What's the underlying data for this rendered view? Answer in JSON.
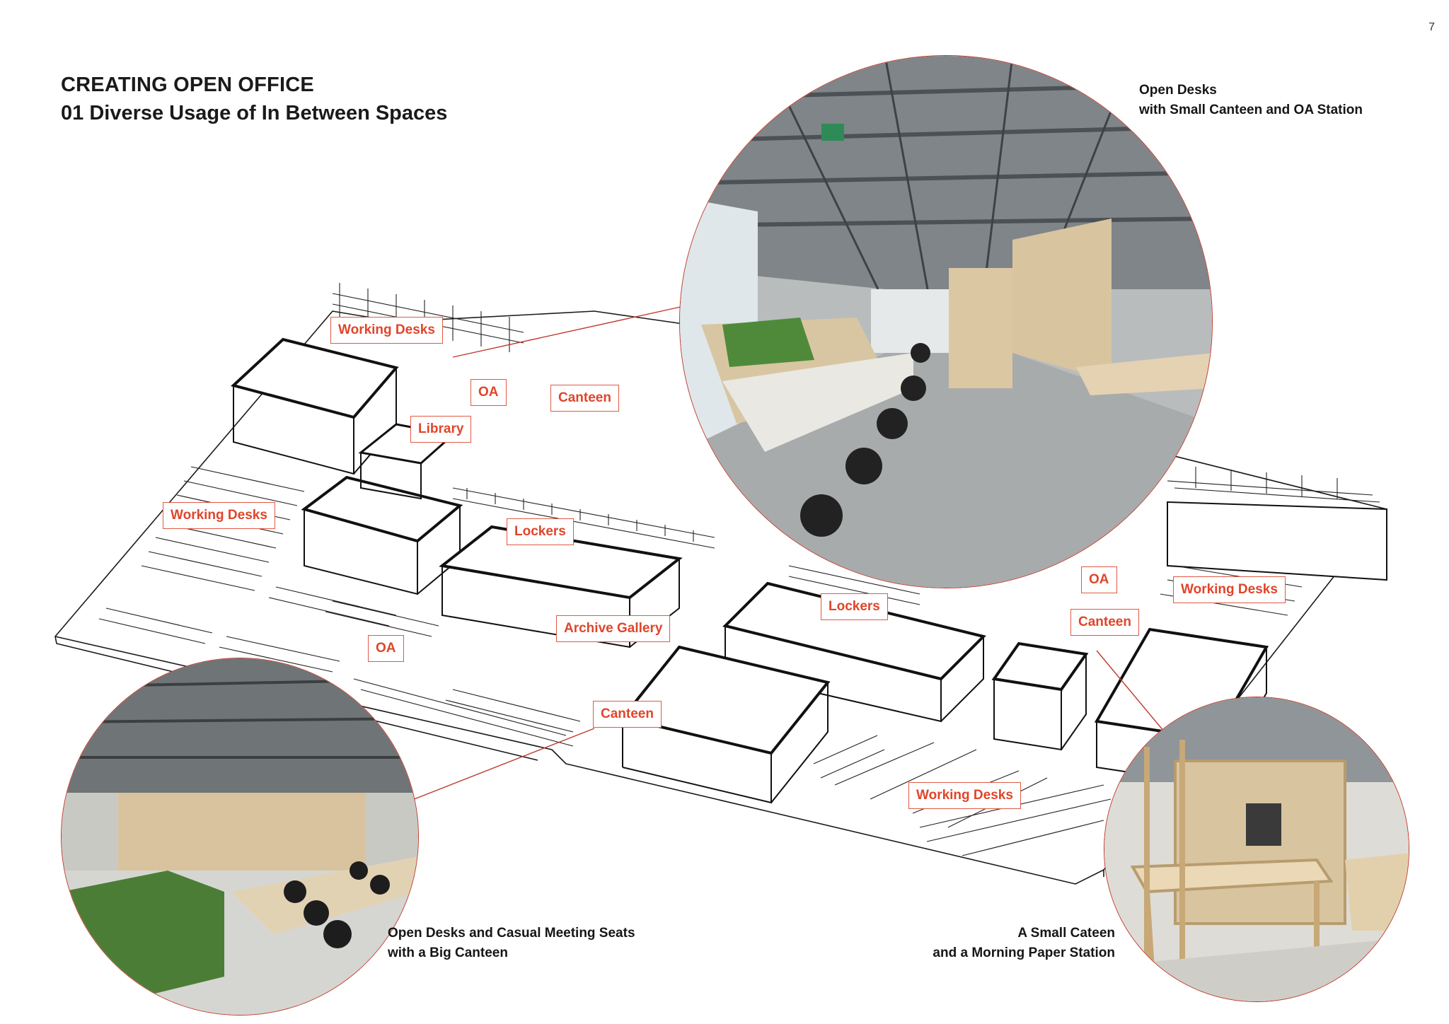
{
  "page_number": "7",
  "title": "CREATING OPEN OFFICE",
  "subtitle": "01 Diverse Usage of In Between Spaces",
  "labels": {
    "working_desks_1": "Working Desks",
    "oa_1": "OA",
    "canteen_1": "Canteen",
    "library": "Library",
    "working_desks_2": "Working Desks",
    "lockers_1": "Lockers",
    "archive_gallery": "Archive Gallery",
    "oa_2": "OA",
    "canteen_2": "Canteen",
    "lockers_2": "Lockers",
    "oa_3": "OA",
    "working_desks_3": "Working Desks",
    "canteen_3": "Canteen",
    "working_desks_4": "Working Desks"
  },
  "photos": {
    "top": {
      "caption_line1": "Open Desks",
      "caption_line2": "with Small Canteen and OA Station"
    },
    "bottom_left": {
      "caption_line1": "Open Desks and Casual Meeting Seats",
      "caption_line2": "with a Big Canteen"
    },
    "bottom_right": {
      "caption_line1": "A Small Cateen",
      "caption_line2": "and a Morning Paper Station"
    }
  },
  "colors": {
    "accent": "#e0452a",
    "leader_line": "#c0392b",
    "linework": "#1a1a1a",
    "plywood": "#d9c4a0",
    "concrete": "#9aa0a3"
  }
}
